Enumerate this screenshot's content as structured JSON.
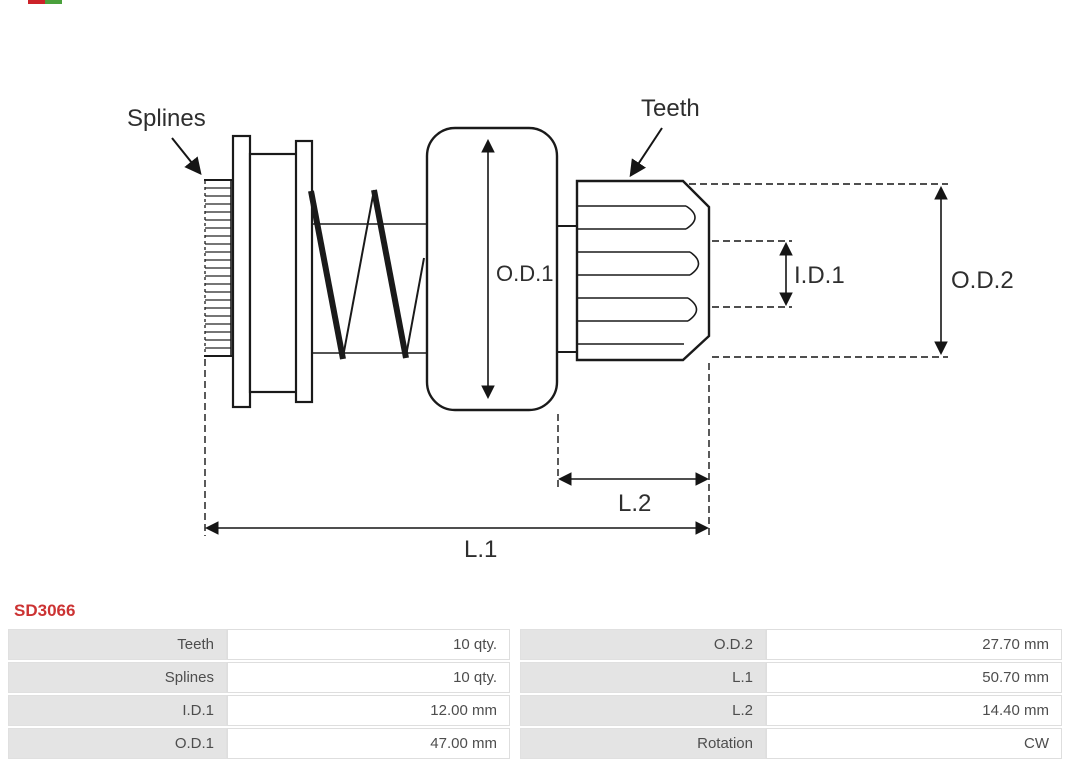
{
  "part_number": "SD3066",
  "colors": {
    "part_number": "#cc3333",
    "logo_red": "#cc2229",
    "logo_green": "#4aa03c",
    "table_label_bg": "#e4e4e4",
    "drawing_line": "#151515"
  },
  "diagram": {
    "labels": {
      "splines": "Splines",
      "teeth": "Teeth",
      "od1": "O.D.1",
      "id1": "I.D.1",
      "od2": "O.D.2",
      "l1": "L.1",
      "l2": "L.2"
    }
  },
  "table": {
    "rows": [
      [
        "Teeth",
        "10 qty.",
        "O.D.2",
        "27.70 mm"
      ],
      [
        "Splines",
        "10 qty.",
        "L.1",
        "50.70 mm"
      ],
      [
        "I.D.1",
        "12.00 mm",
        "L.2",
        "14.40 mm"
      ],
      [
        "O.D.1",
        "47.00 mm",
        "Rotation",
        "CW"
      ]
    ]
  }
}
